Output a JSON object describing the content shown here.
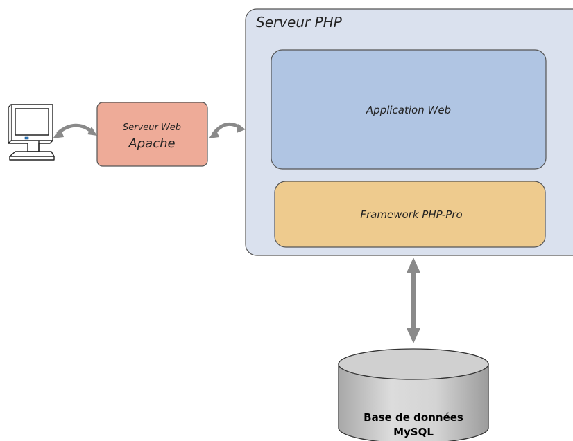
{
  "php_server": {
    "title": "Serveur PHP"
  },
  "web_server": {
    "caption": "Serveur Web",
    "name": "Apache"
  },
  "web_application": {
    "label": "Application Web"
  },
  "framework": {
    "label": "Framework PHP-Pro"
  },
  "database": {
    "line1": "Base de données",
    "line2": "MySQL"
  },
  "client": {
    "icon": "computer-monitor-icon"
  },
  "colors": {
    "php_server_fill": "#dae1ee",
    "web_server_fill": "#eeab98",
    "application_fill": "#b0c5e3",
    "framework_fill": "#eecb8e",
    "database_fill": "#c8c8c8",
    "arrow": "#8a8a8a"
  }
}
